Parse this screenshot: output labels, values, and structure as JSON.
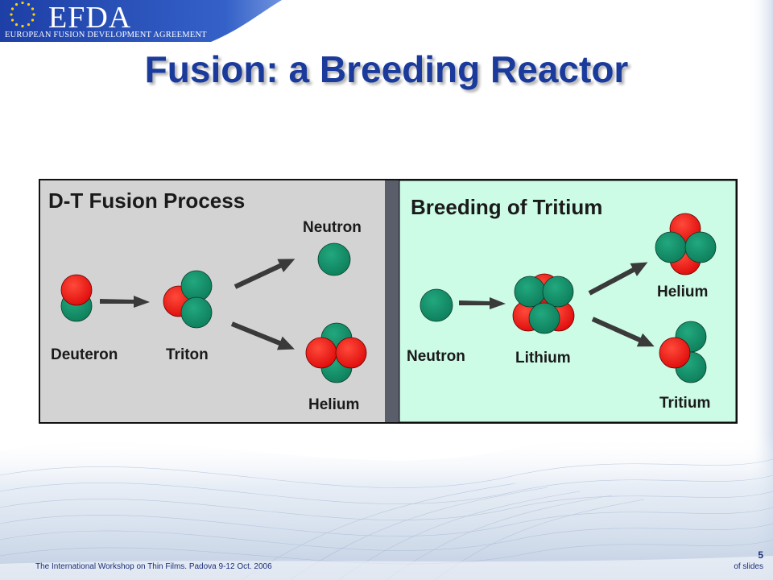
{
  "header": {
    "logo_text": "EFDA",
    "logo_subtitle": "EUROPEAN FUSION DEVELOPMENT AGREEMENT"
  },
  "slide": {
    "title": "Fusion: a Breeding Reactor"
  },
  "diagram": {
    "left_panel": {
      "title": "D-T Fusion Process",
      "deuteron": "Deuteron",
      "triton": "Triton",
      "neutron": "Neutron",
      "helium": "Helium"
    },
    "right_panel": {
      "title": "Breeding of Tritium",
      "neutron": "Neutron",
      "lithium": "Lithium",
      "helium": "Helium",
      "tritium": "Tritium"
    },
    "colors": {
      "proton": "#ee1111",
      "neutron": "#12916a",
      "left_bg": "#d3d3d3",
      "right_bg": "#ccfbe6",
      "arrow": "#3a3a3a"
    }
  },
  "footer": {
    "conference": "The International Workshop on Thin Films. Padova 9-12 Oct. 2006",
    "slide_number": "5",
    "of_slides": "of slides"
  }
}
